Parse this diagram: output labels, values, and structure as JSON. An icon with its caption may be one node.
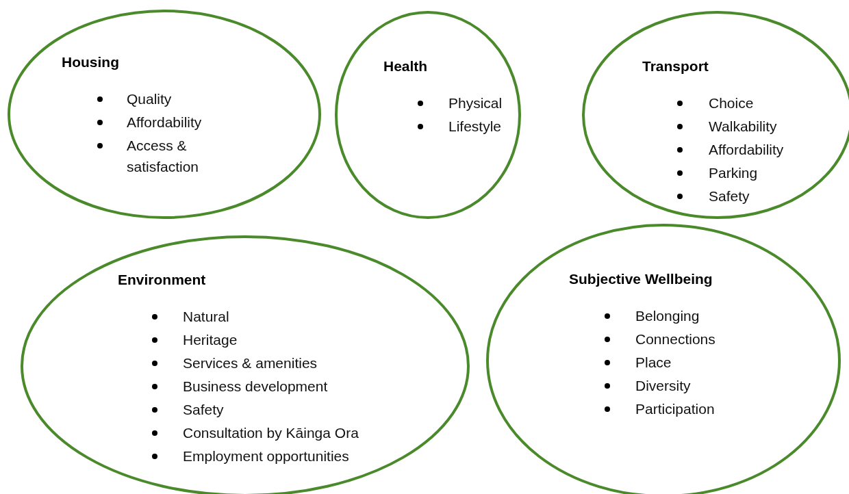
{
  "diagram": {
    "nodes": [
      {
        "text": [
          "Housing",
          "Quality",
          "Affordability",
          "Access & satisfaction"
        ]
      },
      {
        "text": [
          "Health",
          "Physical",
          "Lifestyle"
        ]
      },
      {
        "text": [
          "Transport",
          "Choice",
          "Walkability",
          "Affordability",
          "Parking",
          "Safety"
        ]
      },
      {
        "text": [
          "Environment",
          "Natural",
          "Heritage",
          "Services & amenities",
          "Business development",
          "Safety",
          "Consultation by Kāinga Ora",
          "Employment opportunities"
        ]
      },
      {
        "text": [
          "Subjective Wellbeing",
          "Belonging",
          "Connections",
          "Place",
          "Diversity",
          "Participation"
        ]
      }
    ]
  }
}
